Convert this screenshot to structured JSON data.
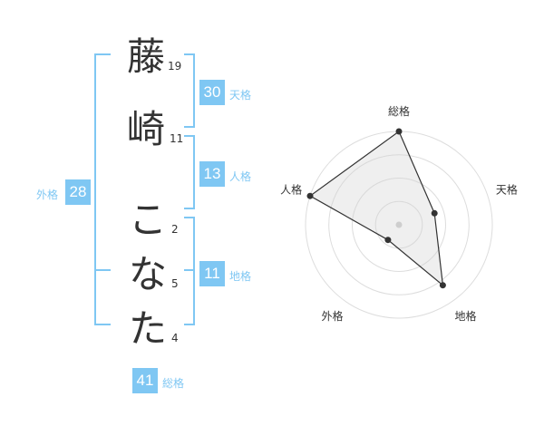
{
  "name_chars": [
    "藤",
    "崎",
    "こ",
    "な",
    "た"
  ],
  "stroke_counts": [
    "19",
    "11",
    "2",
    "5",
    "4"
  ],
  "kakusu": {
    "tenkaku": {
      "value": "30",
      "label": "天格"
    },
    "jinkaku": {
      "value": "13",
      "label": "人格"
    },
    "chikaku": {
      "value": "11",
      "label": "地格"
    },
    "gaikaku": {
      "value": "28",
      "label": "外格"
    },
    "soukaku": {
      "value": "41",
      "label": "総格"
    }
  },
  "colors": {
    "accent": "#7fc7f3",
    "text": "#333333",
    "grid": "#dddddd",
    "fill": "#eeeeee"
  },
  "chart_data": {
    "type": "radar",
    "axes": [
      "総格",
      "天格",
      "地格",
      "外格",
      "人格"
    ],
    "max": 5,
    "values": [
      5,
      2,
      4,
      1,
      5
    ],
    "rings": 4
  }
}
